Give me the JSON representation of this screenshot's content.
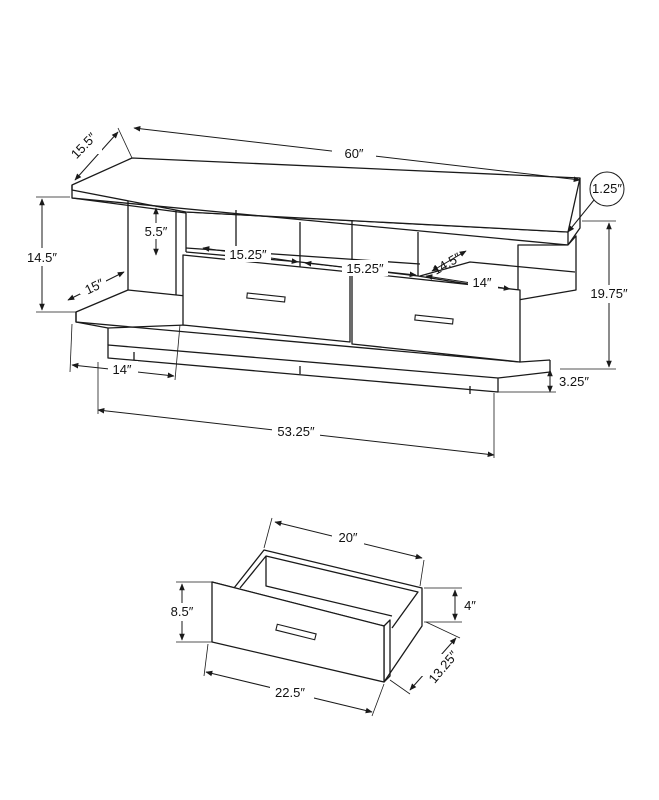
{
  "stand": {
    "width": "60″",
    "top_depth": "15.5″",
    "top_thickness": "1.25″",
    "left_side_height": "14.5″",
    "overall_height": "19.75″",
    "shelf_opening_height": "5.5″",
    "left_opening_width": "15.25″",
    "middle_opening_width": "15.25″",
    "right_opening_depth": "14.5″",
    "right_opening_width": "14″",
    "base_depth": "15″",
    "base_width": "14″",
    "leg_clearance": "3.25″",
    "base_length": "53.25″"
  },
  "drawer": {
    "depth": "20″",
    "front_height": "8.5″",
    "inside_height": "4″",
    "front_width": "22.5″",
    "side_depth": "13.25″"
  }
}
